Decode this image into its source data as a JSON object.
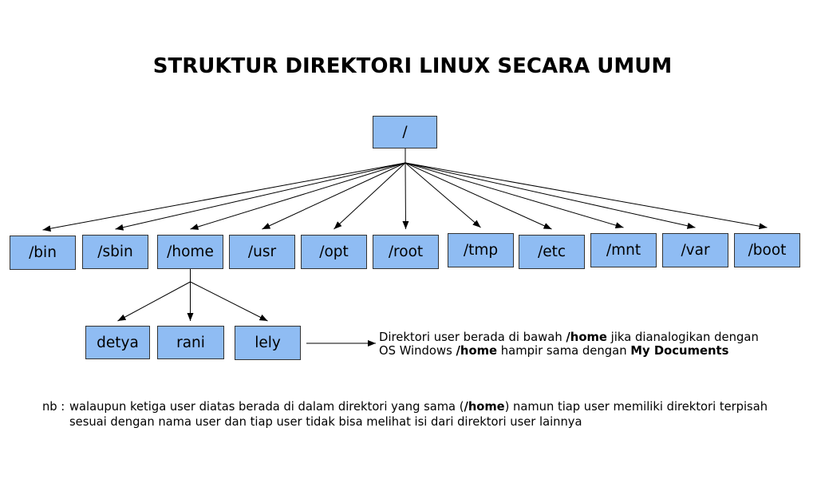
{
  "title": "STRUKTUR DIREKTORI LINUX SECARA UMUM",
  "colors": {
    "box_fill": "#8fbcf3",
    "box_border": "#333333",
    "line": "#000000",
    "text": "#000000",
    "background": "#ffffff"
  },
  "root": {
    "label": "/"
  },
  "directories": [
    "/bin",
    "/sbin",
    "/home",
    "/usr",
    "/opt",
    "/root",
    "/tmp",
    "/etc",
    "/mnt",
    "/var",
    "/boot"
  ],
  "home_users": [
    "detya",
    "rani",
    "lely"
  ],
  "explanation": {
    "line1": [
      "Direktori user berada di bawah ",
      "/home",
      " jika dianalogikan dengan"
    ],
    "line2": [
      "OS Windows ",
      "/home",
      " hampir sama dengan ",
      "My Documents"
    ]
  },
  "note": {
    "prefix": "nb :",
    "line1": [
      "walaupun ketiga user diatas berada di dalam direktori yang sama (",
      "/home",
      ") namun tiap user memiliki direktori terpisah"
    ],
    "line2": "sesuai dengan nama user dan tiap user tidak bisa melihat isi dari direktori user lainnya"
  }
}
